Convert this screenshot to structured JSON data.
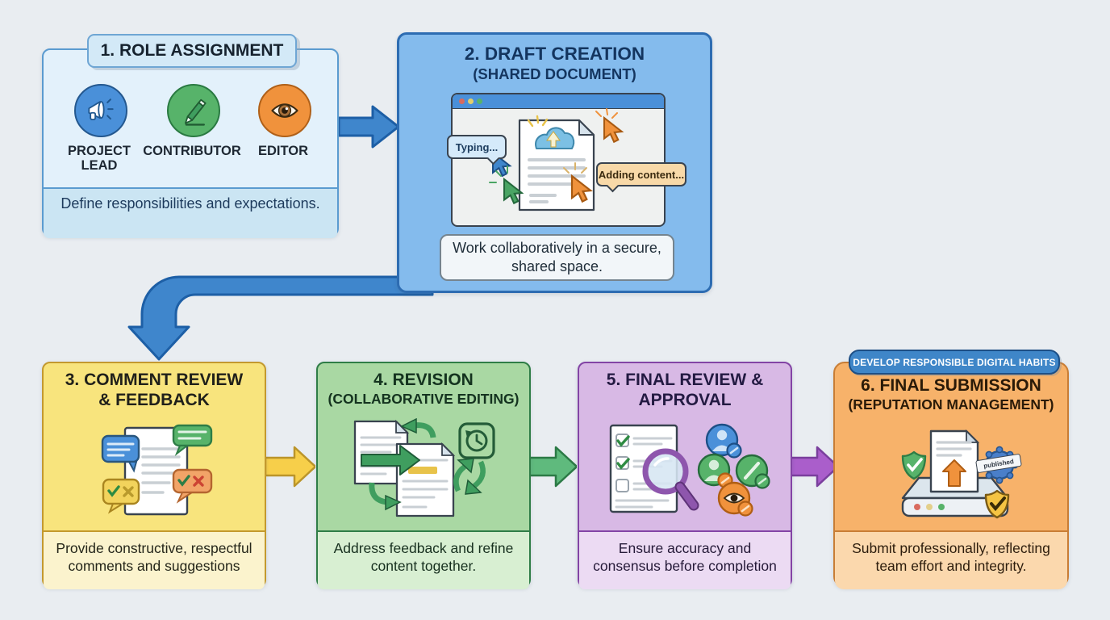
{
  "steps": [
    {
      "id": "1",
      "title": "1. ROLE ASSIGNMENT",
      "caption": "Define responsibilities and expectations.",
      "roles": [
        {
          "label": "PROJECT\nLEAD",
          "icon": "megaphone-icon",
          "color": "#4a90d9"
        },
        {
          "label": "CONTRIBUTOR",
          "icon": "pen-icon",
          "color": "#57b36a"
        },
        {
          "label": "EDITOR",
          "icon": "eye-icon",
          "color": "#f0923c"
        }
      ]
    },
    {
      "id": "2",
      "title": "2. DRAFT CREATION",
      "subtitle": "(SHARED DOCUMENT)",
      "caption": "Work collaboratively in a secure, shared space.",
      "cursor_labels": [
        {
          "text": "Typing...",
          "color": "#d5eafa"
        },
        {
          "text": "Adding content...",
          "color": "#f8d9a8"
        }
      ]
    },
    {
      "id": "3",
      "title": "3. COMMENT REVIEW",
      "subtitle": "& FEEDBACK",
      "caption": "Provide constructive, respectful comments and suggestions"
    },
    {
      "id": "4",
      "title": "4. REVISION",
      "subtitle": "(COLLABORATIVE EDITING)",
      "caption": "Address feedback and refine content together."
    },
    {
      "id": "5",
      "title": "5. FINAL REVIEW &",
      "subtitle": "APPROVAL",
      "caption": "Ensure accuracy and consensus before completion"
    },
    {
      "id": "6",
      "badge": "DEVELOP RESPONSIBLE DIGITAL HABITS",
      "title": "6. FINAL SUBMISSION",
      "subtitle": "(REPUTATION MANAGEMENT)",
      "caption": "Submit professionally, reflecting team effort and integrity.",
      "stamp_label": "published"
    }
  ],
  "colors": {
    "background": "#e9edf1",
    "arrow_blue": "#3f86cc",
    "arrow_yellow": "#f7cf4a",
    "arrow_green": "#5fba7d",
    "arrow_purple": "#aa5ecb"
  }
}
